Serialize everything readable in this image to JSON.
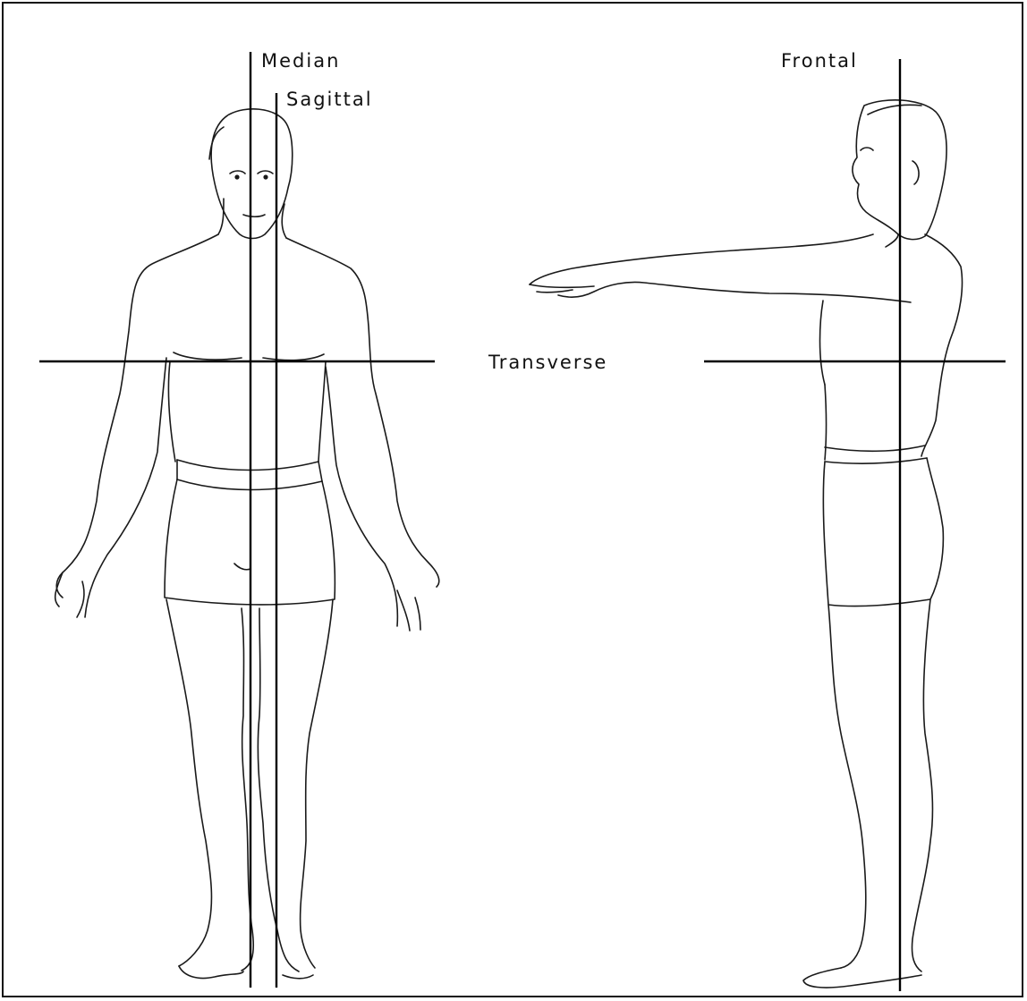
{
  "diagram": {
    "labels": {
      "median": "Median",
      "sagittal": "Sagittal",
      "frontal": "Frontal",
      "transverse": "Transverse"
    },
    "figures": [
      "front-view-figure",
      "side-view-figure"
    ],
    "line_color": "#000000",
    "background_color": "#ffffff"
  }
}
